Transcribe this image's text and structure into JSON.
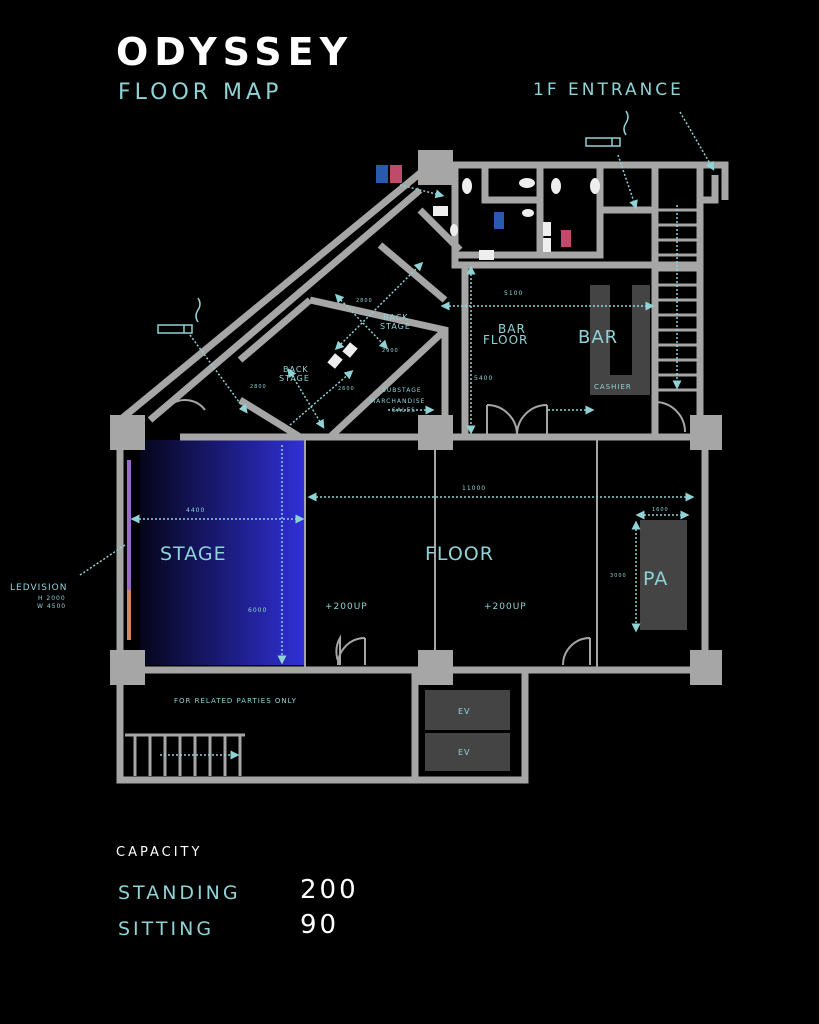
{
  "header": {
    "title": "ODYSSEY",
    "subtitle": "FLOOR MAP",
    "entrance": "1F ENTRANCE"
  },
  "rooms": {
    "stage": "STAGE",
    "floor": "FLOOR",
    "pa": "PA",
    "bar": "BAR",
    "bar_floor_1": "BAR",
    "bar_floor_2": "FLOOR",
    "cashier": "CASHIER",
    "backstage_1a": "BACK",
    "backstage_1b": "STAGE",
    "backstage_2a": "BACK",
    "backstage_2b": "STAGE",
    "substage": "SUBSTAGE",
    "merch_1": "MARCHANDISE",
    "merch_2": "SALES",
    "related": "FOR RELATED PARTIES ONLY",
    "ev1": "EV",
    "ev2": "EV"
  },
  "ledvision": {
    "label": "LEDVISION",
    "h": "H 2000",
    "w": "W 4500"
  },
  "dimensions": {
    "stage_w": "4400",
    "stage_d": "6000",
    "floor_w": "11000",
    "pa_w": "1600",
    "pa_d": "3000",
    "bar_w": "5100",
    "bar_d": "5400",
    "bs_a": "2800",
    "bs_b": "2900",
    "bs_c": "2800",
    "bs_d": "2600"
  },
  "floor_notes": {
    "up1": "+200UP",
    "up2": "+200UP"
  },
  "capacity": {
    "heading": "CAPACITY",
    "standing_label": "STANDING",
    "standing": "200",
    "sitting_label": "SITTING",
    "sitting": "90"
  },
  "colors": {
    "wall": "#a6a6a6",
    "accent": "#8fd3d6",
    "stage": "#2a2ac8"
  }
}
